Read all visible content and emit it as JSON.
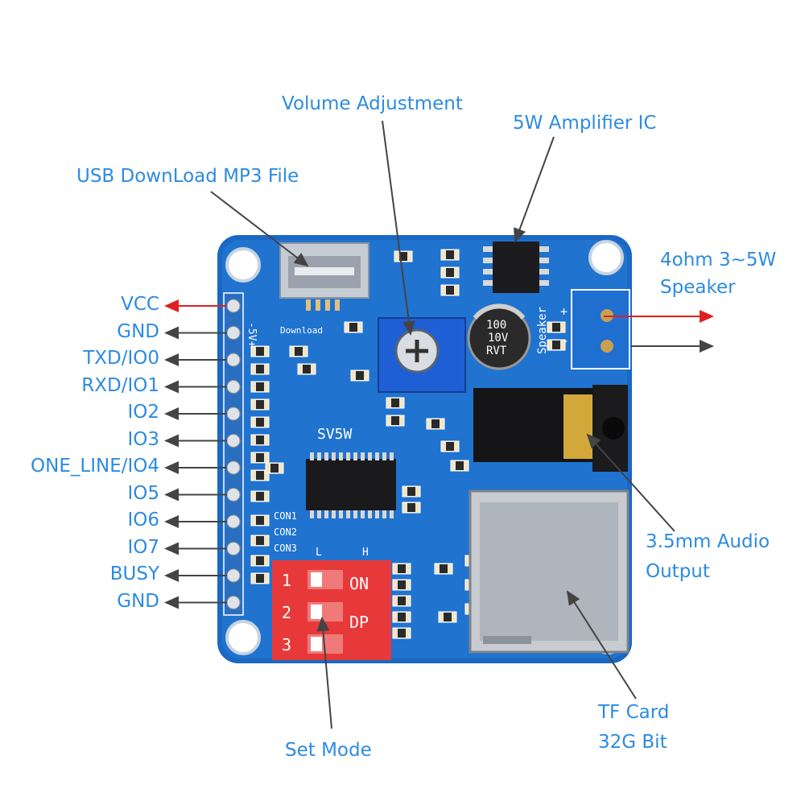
{
  "callouts": {
    "volume": "Volume Adjustment",
    "amp": "5W Amplifier IC",
    "usb": "USB DownLoad MP3 File",
    "speaker_line1": "4ohm 3~5W",
    "speaker_line2": "Speaker",
    "audio_line1": "3.5mm Audio",
    "audio_line2": "Output",
    "tf_line1": "TF Card",
    "tf_line2": "32G Bit",
    "set_mode": "Set Mode"
  },
  "pins": [
    "VCC",
    "GND",
    "TXD/IO0",
    "RXD/IO1",
    "IO2",
    "IO3",
    "ONE_LINE/IO4",
    "IO5",
    "IO6",
    "IO7",
    "BUSY",
    "GND"
  ],
  "board": {
    "model": "SV5W",
    "download": "Download",
    "power_marking": "-5V+",
    "speaker_marking": "Speaker",
    "con_labels": [
      "CON1",
      "CON2",
      "CON3"
    ],
    "cap_lines": [
      "100",
      "10V",
      "RVT"
    ],
    "dip_nums": [
      "1",
      "2",
      "3"
    ],
    "dip_text": [
      "ON",
      "DP"
    ],
    "lh": [
      "L",
      "H"
    ],
    "speaker_polarity": [
      "+",
      "-"
    ]
  },
  "colors": {
    "label": "#2d8be0",
    "board": "#1b68c4",
    "vcc_arrow": "#e02020",
    "arrow": "#444444",
    "dip": "#e8393a"
  }
}
